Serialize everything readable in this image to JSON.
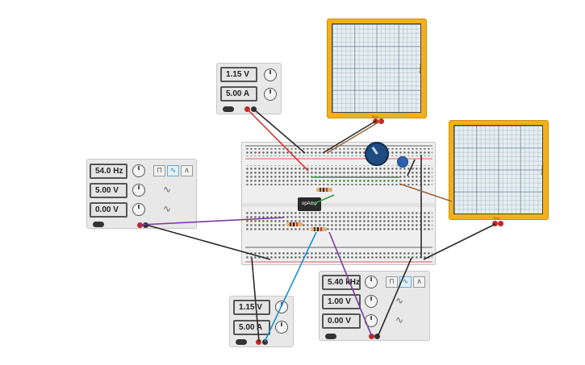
{
  "power_supply_top": {
    "voltage": "1.15 V",
    "current": "5.00 A"
  },
  "power_supply_bottom": {
    "voltage": "1.15 V",
    "current": "5.00 A"
  },
  "function_generator_left": {
    "frequency": "54.0 Hz",
    "amplitude": "5.00 V",
    "offset": "0.00 V"
  },
  "function_generator_right": {
    "frequency": "5.40 kHz",
    "amplitude": "1.00 V",
    "offset": "0.00 V"
  },
  "oscilloscope_top": {
    "y_label": "Voltage",
    "x_label": "Time"
  },
  "oscilloscope_right": {
    "y_label": "Voltage",
    "x_label": "Time"
  },
  "chip": {
    "label": "opAmp"
  },
  "wave_buttons": {
    "square": "⊓",
    "sine": "∿",
    "triangle": "∧"
  },
  "colors": {
    "oscilloscope_frame": "#f4b01c",
    "potentiometer": "#1e4b80",
    "wire_red": "#d32f2f",
    "wire_green": "#2e9e3a",
    "wire_purple": "#7b3aa0",
    "wire_blue": "#1a8fc8",
    "wire_brown": "#9a6a3c",
    "wire_black": "#2a2a2a"
  }
}
